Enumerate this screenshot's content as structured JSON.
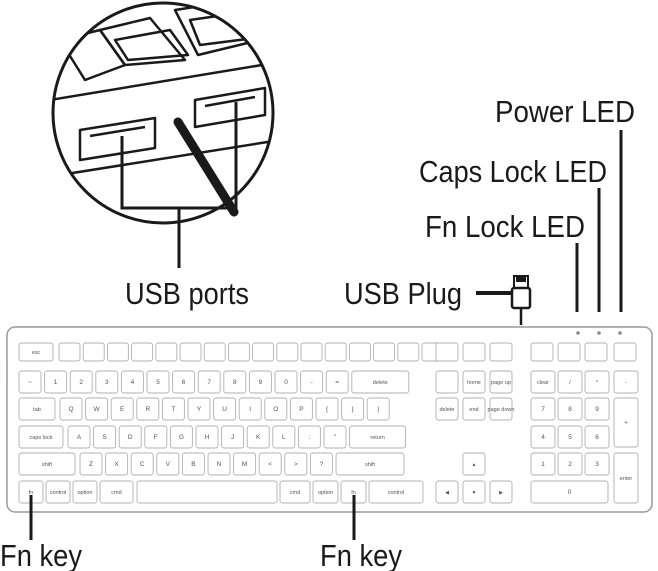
{
  "labels": {
    "usb_ports": "USB ports",
    "usb_plug": "USB Plug",
    "power_led": "Power LED",
    "caps_lock_led": "Caps Lock LED",
    "fn_lock_led": "Fn Lock LED",
    "fn_key_left": "Fn key",
    "fn_key_right": "Fn key"
  },
  "keys": {
    "esc": "esc",
    "delete": "delete",
    "tab": "tab",
    "caps_lock": "caps lock",
    "return": "return",
    "shift_left": "shift",
    "shift_right": "shift",
    "fn": "fn",
    "control_left": "control",
    "option_left": "option",
    "command_left": "cmd",
    "command_right": "cmd",
    "option_right": "option",
    "control_right": "control",
    "clear": "clear",
    "enter": "enter",
    "home": "home",
    "end": "end",
    "page_up": "page up",
    "page_down": "page down",
    "del": "delete",
    "row_numbers": [
      "~",
      "1",
      "2",
      "3",
      "4",
      "5",
      "6",
      "7",
      "8",
      "9",
      "0",
      "-",
      "="
    ],
    "row_qwerty": [
      "Q",
      "W",
      "E",
      "R",
      "T",
      "Y",
      "U",
      "I",
      "O",
      "P",
      "{",
      "}",
      "|"
    ],
    "row_asdf": [
      "A",
      "S",
      "D",
      "F",
      "G",
      "H",
      "J",
      "K",
      "L",
      ":",
      "\""
    ],
    "row_zxcv": [
      "Z",
      "X",
      "C",
      "V",
      "B",
      "N",
      "M",
      "<",
      ">",
      "?"
    ],
    "numpad_top": [
      "clear",
      "/",
      "*",
      "-"
    ],
    "numpad": [
      "7",
      "8",
      "9",
      "4",
      "5",
      "6",
      "1",
      "2",
      "3",
      "0",
      "+"
    ]
  },
  "colors": {
    "line": "#1a1a1a",
    "keyboard_outline": "#9a9a9a",
    "key_outline": "#b0b0b0",
    "led": "#8a8a8a"
  }
}
